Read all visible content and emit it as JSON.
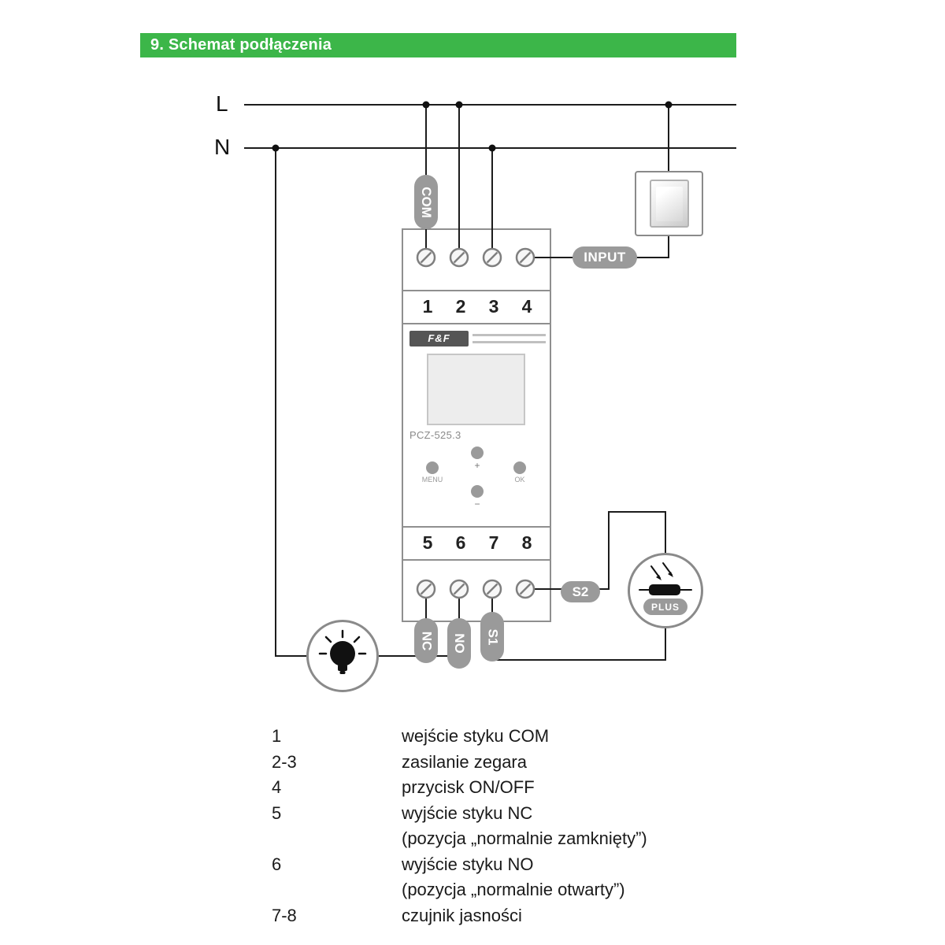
{
  "header": {
    "title": "9. Schemat podłączenia"
  },
  "diagram": {
    "l_label": "L",
    "n_label": "N",
    "pills": {
      "com": "COM",
      "input": "INPUT",
      "nc": "NC",
      "no": "NO",
      "s1": "S1",
      "s2": "S2",
      "plus": "PLUS"
    },
    "device": {
      "brand": "F&F",
      "model": "PCZ-525.3",
      "top_terminals": [
        "1",
        "2",
        "3",
        "4"
      ],
      "bottom_terminals": [
        "5",
        "6",
        "7",
        "8"
      ],
      "buttons": {
        "menu": "MENU",
        "ok": "OK",
        "plus": "+",
        "minus": "−"
      }
    }
  },
  "legend": {
    "rows": [
      {
        "key": "1",
        "desc": "wejście styku COM"
      },
      {
        "key": "2-3",
        "desc": "zasilanie zegara"
      },
      {
        "key": "4",
        "desc": "przycisk ON/OFF"
      },
      {
        "key": "5",
        "desc": "wyjście styku NC"
      },
      {
        "key": "",
        "desc": "(pozycja „normalnie zamknięty”)"
      },
      {
        "key": "6",
        "desc": "wyjście styku NO"
      },
      {
        "key": "",
        "desc": "(pozycja „normalnie otwarty”)"
      },
      {
        "key": "7-8",
        "desc": "czujnik jasności"
      }
    ]
  },
  "colors": {
    "header_green": "#3cb649",
    "pill_gray": "#9a9a9a",
    "wire": "#1c1c1c"
  }
}
